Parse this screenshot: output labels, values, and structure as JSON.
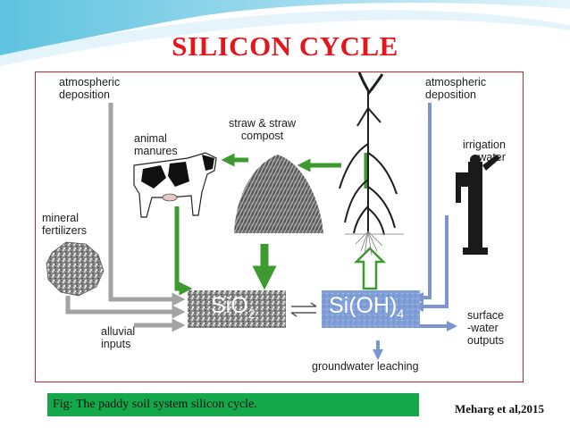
{
  "title": "SILICON CYCLE",
  "labels": {
    "atm_left": "atmospheric\ndeposition",
    "animal": "animal\nmanures",
    "straw": "straw & straw\ncompost",
    "atm_right": "atmospheric\ndeposition",
    "irrigation": "irrigation\nwater",
    "mineral": "mineral\nfertilizers",
    "alluvial": "alluvial\ninputs",
    "surface": "surface\n-water\noutputs",
    "groundwater": "groundwater leaching"
  },
  "chem": {
    "sio2_main": "SiO",
    "sio2_sub": "2",
    "sioh_main": "Si(OH)",
    "sioh_sub": "4"
  },
  "caption": "Fig: The paddy soil system silicon cycle.",
  "credit": "Meharg et al,2015",
  "colors": {
    "title": "#e3161b",
    "green_arrow": "#3d9a2f",
    "blue_arrow": "#7a95cf",
    "gray_arrow": "#a3a3a3",
    "caption_bg": "#15a84a"
  }
}
